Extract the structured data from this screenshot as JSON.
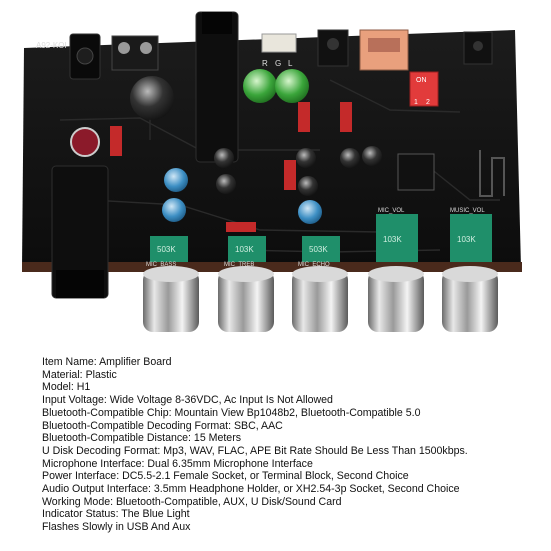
{
  "board": {
    "silkscreen": {
      "left_code": "A92-KOI",
      "connector_labels": [
        "R",
        "G",
        "L"
      ],
      "dip_switch": [
        "ON",
        "1",
        "2"
      ],
      "pot_labels": [
        "MIC_BASS",
        "MIC_TREB",
        "MIC_ECHO",
        "MIC_VOL",
        "MUSIC_VOL"
      ],
      "pot_values": [
        "503K",
        "103K",
        "503K",
        "103K",
        "103K"
      ]
    }
  },
  "specs": [
    "Item Name: Amplifier Board",
    "Material: Plastic",
    "Model: H1",
    "Input Voltage: Wide Voltage 8-36VDC, Ac Input Is Not Allowed",
    "Bluetooth-Compatible Chip: Mountain View Bp1048b2, Bluetooth-Compatible 5.0",
    "Bluetooth-Compatible Decoding Format: SBC, AAC",
    "Bluetooth-Compatible Distance: 15 Meters",
    "U Disk Decoding Format: Mp3, WAV, FLAC, APE Bit Rate Should Be Less Than 1500kbps.",
    "Microphone Interface: Dual 6.35mm Microphone Interface",
    "Power Interface: DC5.5-2.1 Female Socket, or Terminal Block, Second Choice",
    "Audio Output Interface: 3.5mm Headphone Holder, or XH2.54-3p Socket, Second Choice",
    "Working Mode: Bluetooth-Compatible, AUX, U Disk/Sound Card",
    "Indicator Status: The Blue Light",
    "Flashes Slowly in USB And Aux"
  ]
}
